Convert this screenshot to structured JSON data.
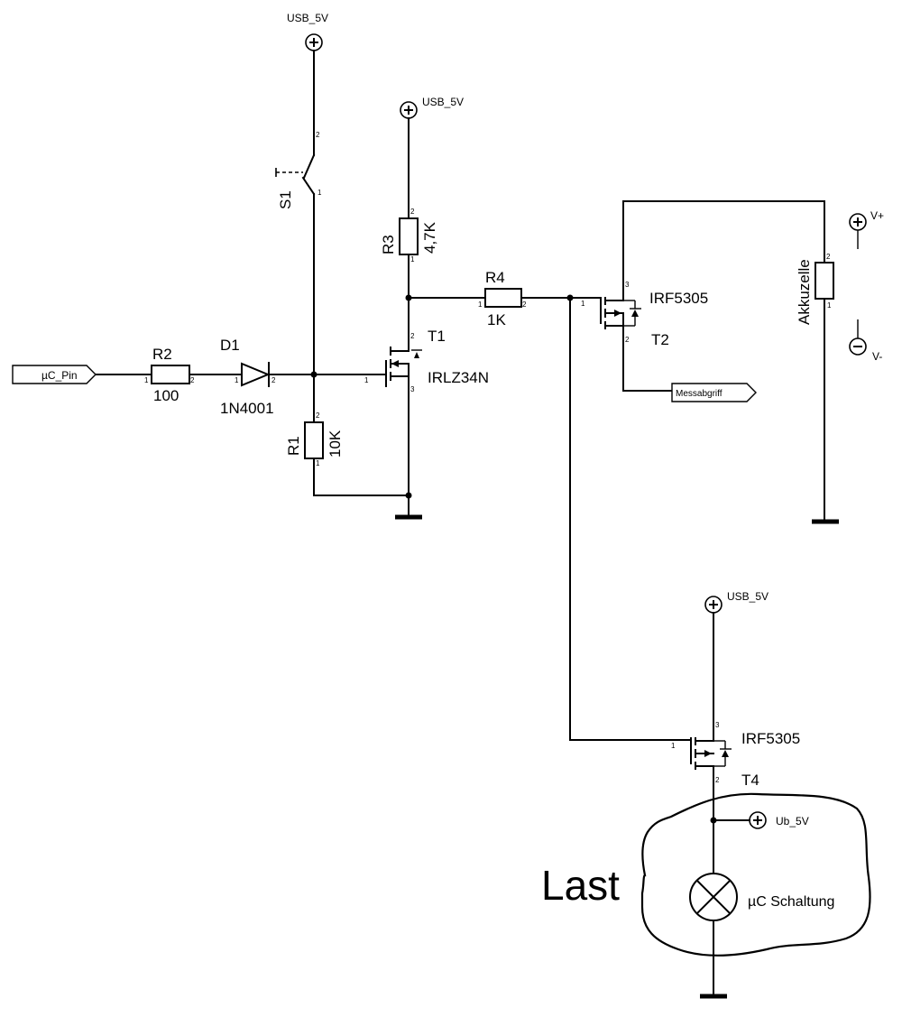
{
  "nets": {
    "usb_5v": "USB_5V",
    "ub_5v": "Ub_5V",
    "v_plus": "V+",
    "v_minus": "V-"
  },
  "ports": {
    "uc_pin": "µC_Pin",
    "messabgriff": "Messabgriff"
  },
  "switch": {
    "ref": "S1"
  },
  "resistors": {
    "r1": {
      "ref": "R1",
      "value": "10K"
    },
    "r2": {
      "ref": "R2",
      "value": "100"
    },
    "r3": {
      "ref": "R3",
      "value": "4,7K"
    },
    "r4": {
      "ref": "R4",
      "value": "1K"
    }
  },
  "diode": {
    "ref": "D1",
    "value": "1N4001"
  },
  "transistors": {
    "t1": {
      "ref": "T1",
      "value": "IRLZ34N"
    },
    "t2": {
      "ref": "T2",
      "value": "IRF5305"
    },
    "t4": {
      "ref": "T4",
      "value": "IRF5305"
    }
  },
  "battery": {
    "label": "Akkuzelle"
  },
  "load": {
    "title": "Last",
    "lamp_label": "µC Schaltung"
  },
  "pins": {
    "one": "1",
    "two": "2",
    "three": "3"
  }
}
